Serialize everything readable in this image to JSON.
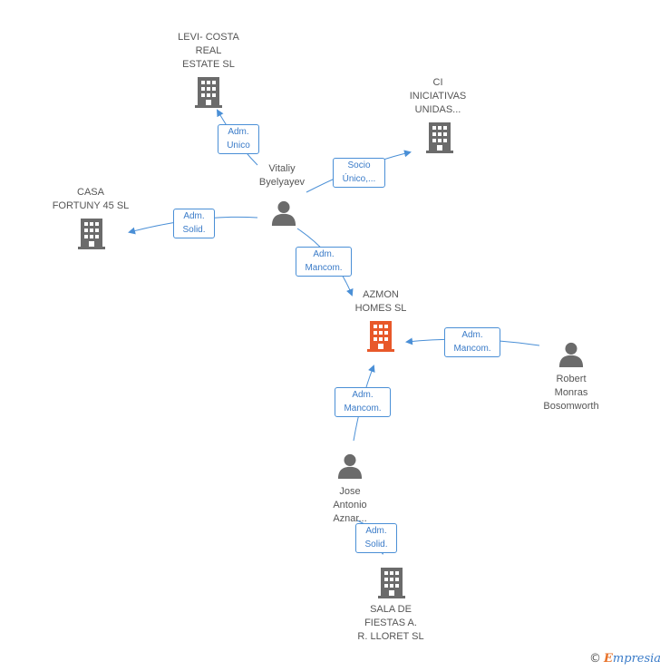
{
  "colors": {
    "edge": "#4a8fd6",
    "company": "#6b6b6b",
    "focus_company": "#e8582a",
    "person": "#6b6b6b"
  },
  "nodes": {
    "levi": {
      "label": "LEVI- COSTA\nREAL\nESTATE SL",
      "icon": "building-icon"
    },
    "ci": {
      "label": "CI\nINICIATIVAS\nUNIDAS...",
      "icon": "building-icon"
    },
    "casa": {
      "label": "CASA\nFORTUNY 45 SL",
      "icon": "building-icon"
    },
    "vitaliy": {
      "label": "Vitaliy\nByelyayev",
      "icon": "person-icon"
    },
    "azmon": {
      "label": "AZMON\nHOMES SL",
      "icon": "building-icon"
    },
    "robert": {
      "label": "Robert\nMonras\nBosomworth",
      "icon": "person-icon"
    },
    "jose": {
      "label": "Jose\nAntonio\nAznar...",
      "icon": "person-icon"
    },
    "sala": {
      "label": "SALA DE\nFIESTAS A.\nR. LLORET SL",
      "icon": "building-icon"
    }
  },
  "edges": {
    "vitaliy_levi": "Adm.\nUnico",
    "vitaliy_ci": "Socio\nÚnico,...",
    "vitaliy_casa": "Adm.\nSolid.",
    "vitaliy_azmon": "Adm.\nMancom.",
    "robert_azmon": "Adm.\nMancom.",
    "jose_azmon": "Adm.\nMancom.",
    "jose_sala": "Adm.\nSolid."
  },
  "brand": {
    "copyright": "©",
    "first": "E",
    "rest": "mpresia"
  }
}
